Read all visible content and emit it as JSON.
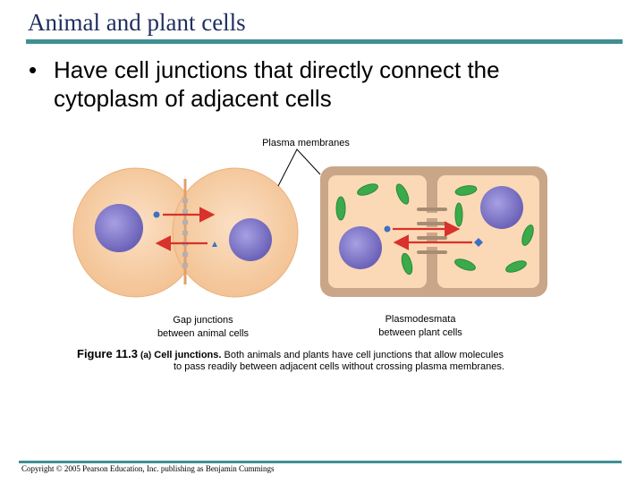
{
  "slide": {
    "title": "Animal and plant cells",
    "bullet_marker": "•",
    "bullet_text": "Have cell junctions that directly connect the cytoplasm of adjacent cells"
  },
  "figure": {
    "label_plasma_membranes": "Plasma membranes",
    "label_gap_junctions_line1": "Gap junctions",
    "label_gap_junctions_line2": "between animal cells",
    "label_plasmodesmata_line1": "Plasmodesmata",
    "label_plasmodesmata_line2": "between plant cells",
    "caption_figure": "Figure 11.3",
    "caption_part": "(a)",
    "caption_bold": "Cell junctions.",
    "caption_line1": "Both animals and plants have cell junctions that allow molecules",
    "caption_line2": "to pass readily between adjacent cells without crossing plasma membranes."
  },
  "footer": {
    "copyright": "Copyright © 2005 Pearson Education, Inc. publishing as Benjamin Cummings"
  },
  "colors": {
    "title": "#1f2f5e",
    "rule": "#3e8f93",
    "animal_cell": "#f5c89e",
    "nucleus": "#7b72c6",
    "plant_wall": "#c9a688",
    "plant_cytoplasm": "#fbd9b6",
    "chloroplast": "#3aaa4a",
    "arrow": "#d9312b"
  }
}
